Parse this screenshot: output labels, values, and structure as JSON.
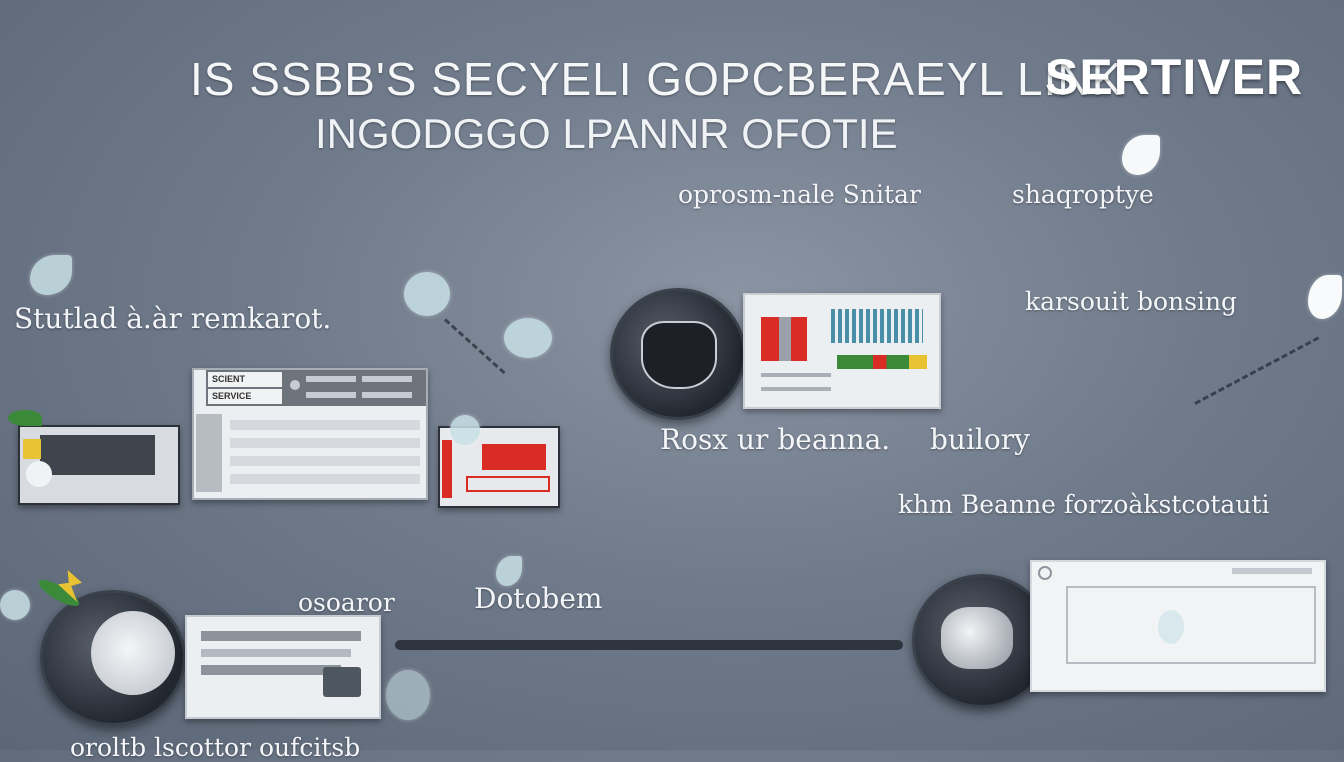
{
  "header": {
    "title_line1": "IS SSBB'S SECYELI GOPCBERAEYL LINK",
    "title_emphasis": "SERTIVER",
    "title_line2": "INGODGGO LPANNR OFOTIE"
  },
  "labels": {
    "top_center": "oprosm-nale Snitar",
    "top_right": "shaqroptye",
    "left": "Stutlad à.àr remkarot.",
    "right_mid": "karsouit bonsing",
    "center": "Rosx ur beanna.",
    "center_right": "builory",
    "right_lower": "khm Beanne forzoàkstcotauti",
    "bottom_left": "osoaror",
    "bottom_center": "Dotobem",
    "bottom_edge": "oroltb lscottor oufcitsb"
  },
  "widgets": {
    "mini_panel_top": "SCIENT",
    "mini_panel_sub": "SERVICE"
  },
  "colors": {
    "background": "#6f7a8a",
    "accent_red": "#d92c25",
    "accent_green": "#3a8a3a",
    "accent_yellow": "#e8c233",
    "panel": "#eceff2"
  }
}
